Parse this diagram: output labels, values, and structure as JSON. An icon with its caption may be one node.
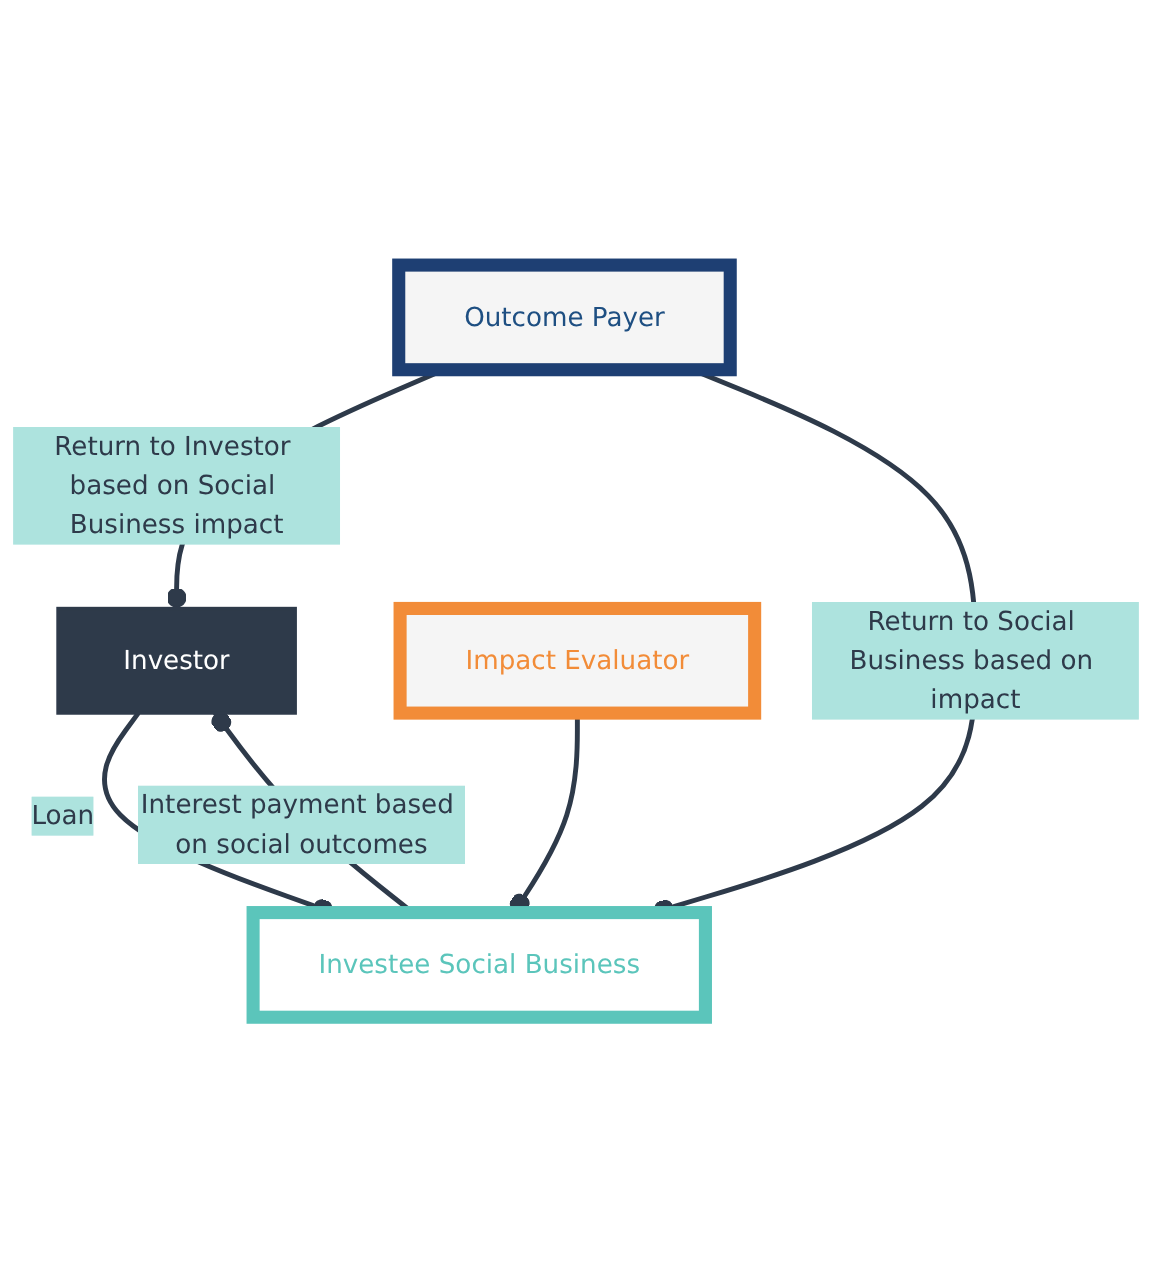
{
  "diagram": {
    "nodes": [
      {
        "text": [
          "Investor"
        ]
      },
      {
        "text": [
          "Outcome Payer"
        ]
      },
      {
        "text": [
          "Investee Social Business"
        ]
      },
      {
        "text": [
          "Impact Evaluator"
        ]
      }
    ],
    "edges": [
      {
        "from": 0,
        "to": 2,
        "arrow": "other",
        "label": "Loan"
      },
      {
        "from": 2,
        "to": 0,
        "arrow": "other",
        "label": "Interest payment based on social outcomes"
      },
      {
        "from": 1,
        "to": 0,
        "arrow": "other",
        "label": "Return to Investor based on Social Business impact"
      },
      {
        "from": 1,
        "to": 2,
        "arrow": "other",
        "label": "Return to Social Business based on impact"
      },
      {
        "from": 3,
        "to": 2,
        "arrow": "other"
      }
    ]
  }
}
